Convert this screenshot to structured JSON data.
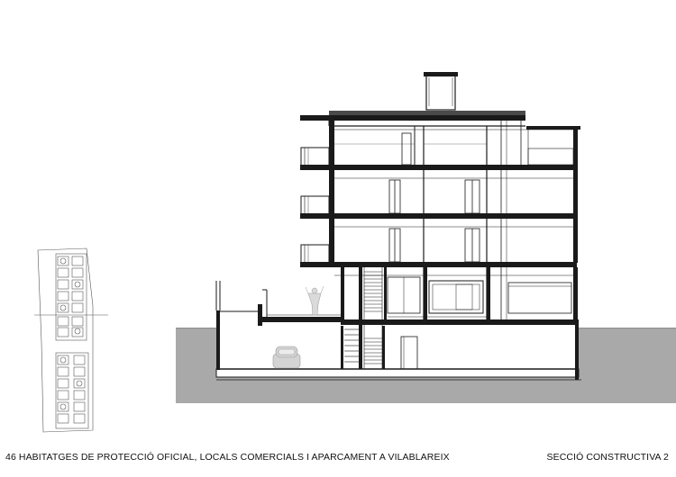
{
  "sheet": {
    "project_title": "46 HABITATGES DE PROTECCIÓ OFICIAL, LOCALS COMERCIALS I APARCAMENT A VILABLAREIX",
    "sheet_title": "SECCIÓ CONSTRUCTIVA 2"
  },
  "drawing": {
    "type": "architectural-section",
    "colors": {
      "ink": "#1a1a1a",
      "ground": "#a9a9a9",
      "ground_dark": "#8f8f8f",
      "thin": "#555555",
      "paper": "#ffffff"
    }
  }
}
